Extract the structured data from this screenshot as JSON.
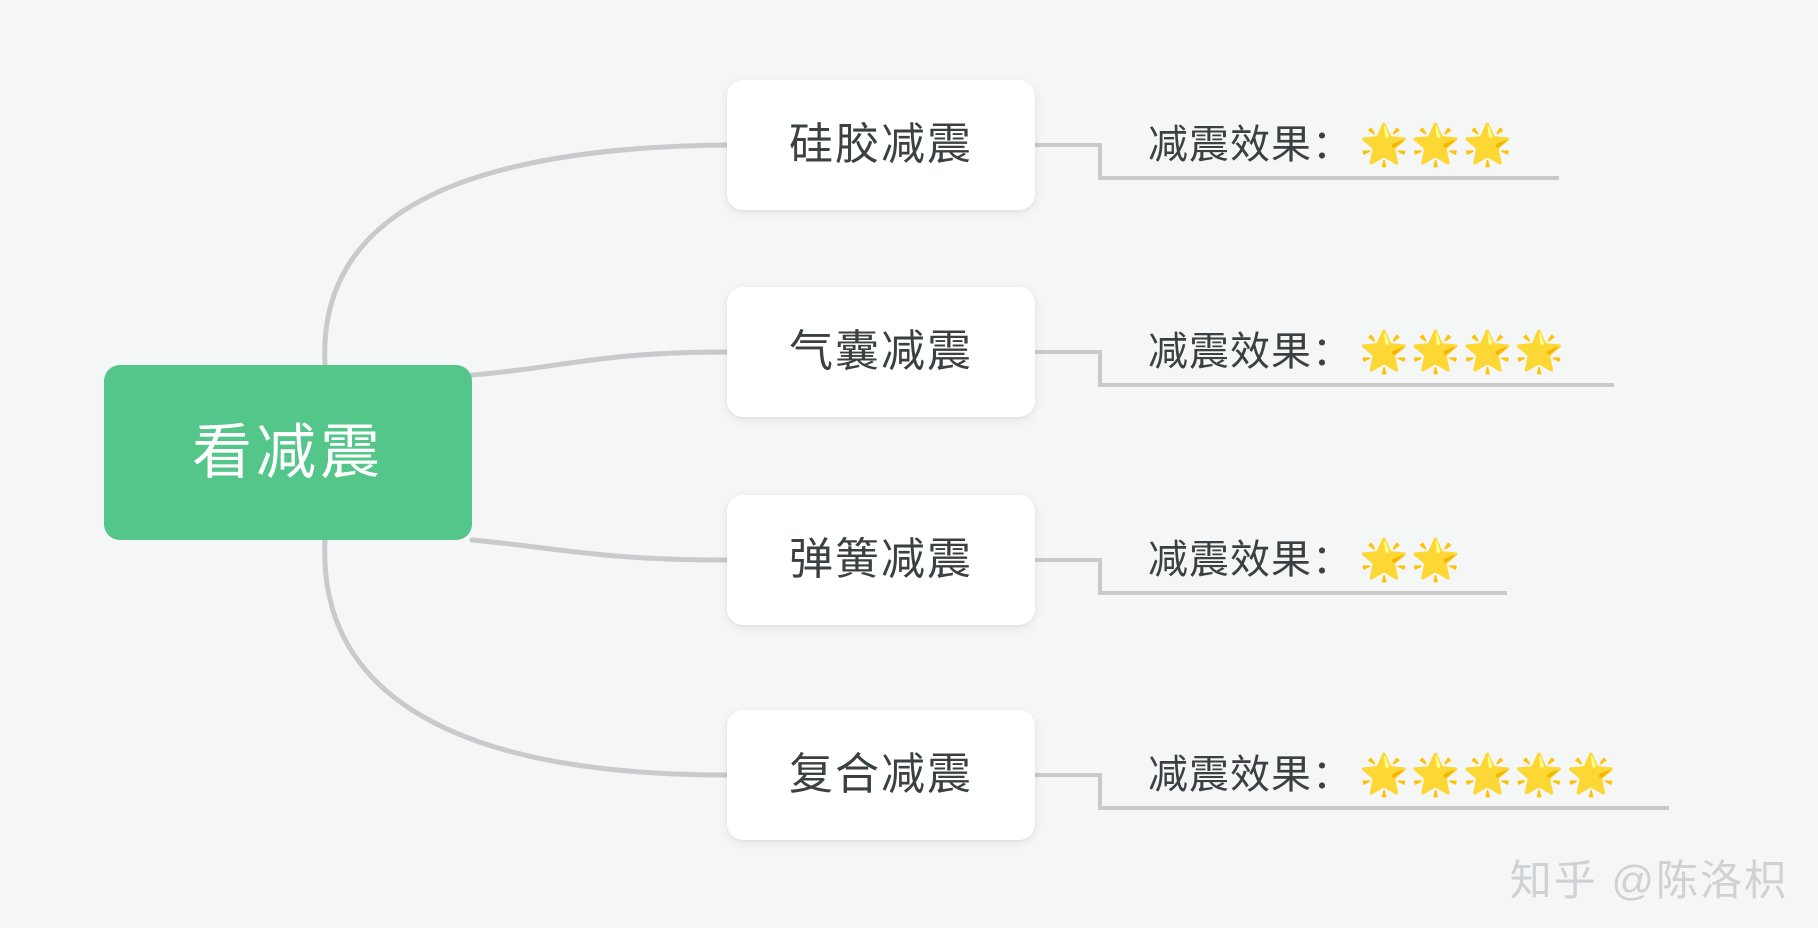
{
  "background_color": "#f5f6f6",
  "accent_color": "#55c68a",
  "connector_color": "#c8cacb",
  "text_color": "#3b4043",
  "root": {
    "label": "看减震",
    "fill": "#55c68a",
    "text_color": "#ffffff"
  },
  "branches": [
    {
      "label": "硅胶减震",
      "leaf": {
        "label": "减震效果：",
        "stars": "🌟🌟🌟",
        "star_count": 3
      }
    },
    {
      "label": "气囊减震",
      "leaf": {
        "label": "减震效果：",
        "stars": "🌟🌟🌟🌟",
        "star_count": 4
      }
    },
    {
      "label": "弹簧减震",
      "leaf": {
        "label": "减震效果：",
        "stars": "🌟🌟",
        "star_count": 2
      }
    },
    {
      "label": "复合减震",
      "leaf": {
        "label": "减震效果：",
        "stars": "🌟🌟🌟🌟🌟",
        "star_count": 5
      }
    }
  ],
  "watermark": {
    "text": "知乎 @陈洛枳"
  }
}
